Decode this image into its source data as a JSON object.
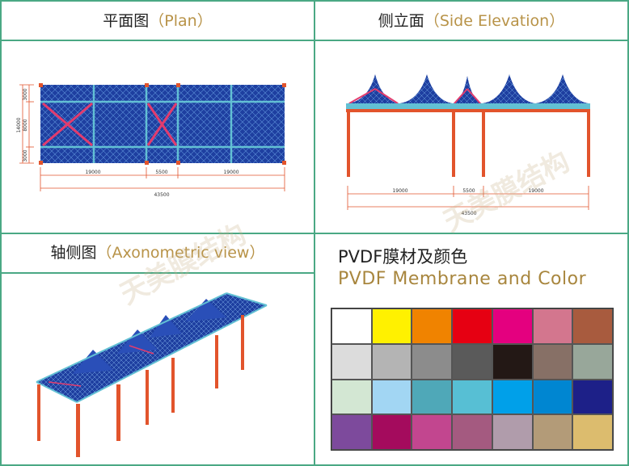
{
  "panels": {
    "plan": {
      "title_cn": "平面图",
      "title_en": "Plan",
      "open": "（",
      "close": "）",
      "dims_bottom": [
        "19000",
        "5500",
        "19000"
      ],
      "dim_total": "43500",
      "dims_left": [
        "3000",
        "8000",
        "3000"
      ],
      "dim_left_total": "14000"
    },
    "side": {
      "title_cn": "侧立面",
      "title_en": "Side Elevation",
      "open": "（",
      "close": "）",
      "dims_bottom": [
        "19000",
        "5500",
        "19000"
      ],
      "dim_total": "43500"
    },
    "axo": {
      "title_cn": "轴侧图",
      "title_en": "Axonometric view",
      "open": "（",
      "close": "）"
    }
  },
  "membrane": {
    "caption_cn": "PVDF膜材及颜色",
    "caption_en": "PVDF Membrane and Color",
    "swatches": [
      "#ffffff",
      "#fff100",
      "#f08300",
      "#e60012",
      "#e4007f",
      "#d3768e",
      "#a85b3e",
      "#dcdcdc",
      "#b4b4b4",
      "#8c8c8c",
      "#5a5a5a",
      "#231815",
      "#877066",
      "#98a79a",
      "#d3e7d3",
      "#a2d6f3",
      "#4fa8b8",
      "#57bfd4",
      "#00a0e9",
      "#0086d1",
      "#1d2088",
      "#7d4a9c",
      "#a40b5d",
      "#c2468f",
      "#a45a80",
      "#b09cab",
      "#b39b78",
      "#dcbc6e"
    ]
  },
  "watermark": "天美膜结构",
  "colors": {
    "border": "#4aa884",
    "steel": "#e2542c",
    "membrane": "#1e3fa0",
    "mesh": "#5b8fd8",
    "beam": "#62c0d4"
  }
}
